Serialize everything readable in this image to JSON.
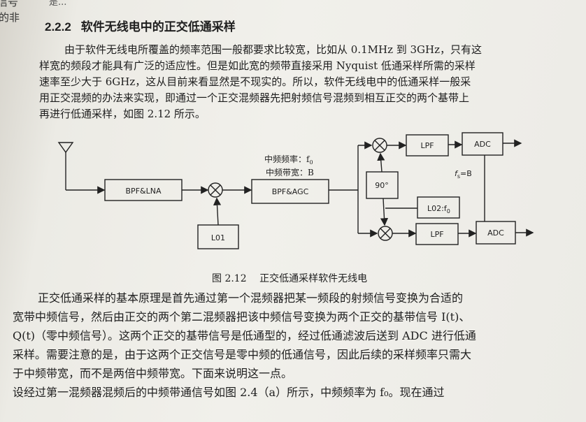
{
  "margin": {
    "frag1": "信号",
    "frag2": "的非",
    "frag3": "是..."
  },
  "section": {
    "number": "2.2.2",
    "title": "软件无线电中的正交低通采样"
  },
  "paragraph1": [
    "由于软件无线电所覆盖的频率范围一般都要求比较宽，比如从 0.1MHz 到 3GHz，只有这",
    "样宽的频段才能具有广泛的适应性。但是如此宽的频带直接采用 Nyquist 低通采样所需的采样",
    "速率至少大于 6GHz，这从目前来看显然是不现实的。所以，软件无线电中的低通采样一般采",
    "用正交混频的办法来实现，即通过一个正交混频器先把射频信号混频到相互正交的两个基带上",
    "再进行低通采样，如图 2.12 所示。"
  ],
  "diagram": {
    "bpf_lna": "BPF&LNA",
    "lo1": "L01",
    "bpf_agc": "BPF&AGC",
    "if_freq": "中频频率：f",
    "if_freq_sub": "0",
    "if_bw": "中频带宽：B",
    "phase90": "90°",
    "lo2": "L02:f",
    "lo2_sub": "0",
    "lpf_top": "LPF",
    "lpf_bottom": "LPF",
    "adc_top": "ADC",
    "adc_bottom": "ADC",
    "fs_label": "f",
    "fs_sub": "s",
    "fs_rhs": "=B"
  },
  "figure_caption": {
    "number": "图 2.12",
    "text": "正交低通采样软件无线电"
  },
  "paragraph2": [
    "正交低通采样的基本原理是首先通过第一个混频器把某一频段的射频信号变换为合适的",
    "宽带中频信号，然后由正交的两个第二混频器把该中频信号变换为两个正交的基带信号 I(t)、",
    "Q(t)（零中频信号）。这两个正交的基带信号是低通型的，经过低通滤波后送到 ADC 进行低通",
    "采样。需要注意的是，由于这两个正交信号是零中频的低通信号，因此后续的采样频率只需大",
    "于中频带宽，而不是两倍中频带宽。下面来说明这一点。",
    "    设经过第一混频器混频后的中频带通信号如图 2.4（a）所示，中频频率为 f₀。现在通过"
  ]
}
